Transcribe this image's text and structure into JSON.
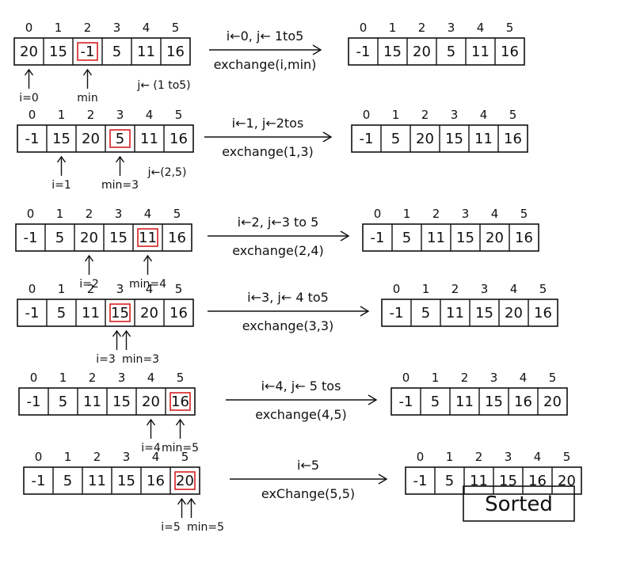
{
  "rows": [
    {
      "before": {
        "indices": [
          "0",
          "1",
          "2",
          "3",
          "4",
          "5"
        ],
        "values": [
          "20",
          "15",
          "-1",
          "5",
          "11",
          "16"
        ],
        "highlight": 2,
        "pointers": [
          {
            "cell": 0,
            "label": "i=0"
          },
          {
            "cell": 2,
            "label": "min"
          }
        ],
        "range_note": "j← (1 to5)"
      },
      "step_top": "i←0, j← 1to5",
      "step_bottom": "exchange(i,min)",
      "after": {
        "indices": [
          "0",
          "1",
          "2",
          "3",
          "4",
          "5"
        ],
        "values": [
          "-1",
          "15",
          "20",
          "5",
          "11",
          "16"
        ]
      }
    },
    {
      "before": {
        "indices": [
          "0",
          "1",
          "2",
          "3",
          "4",
          "5"
        ],
        "values": [
          "-1",
          "15",
          "20",
          "5",
          "11",
          "16"
        ],
        "highlight": 3,
        "pointers": [
          {
            "cell": 1,
            "label": "i=1"
          },
          {
            "cell": 3,
            "label": "min=3"
          }
        ],
        "range_note": "j←(2,5)"
      },
      "step_top": "i←1, j←2tos",
      "step_bottom": "exchange(1,3)",
      "after": {
        "indices": [
          "0",
          "1",
          "2",
          "3",
          "4",
          "5"
        ],
        "values": [
          "-1",
          "5",
          "20",
          "15",
          "11",
          "16"
        ]
      }
    },
    {
      "before": {
        "indices": [
          "0",
          "1",
          "2",
          "3",
          "4",
          "5"
        ],
        "values": [
          "-1",
          "5",
          "20",
          "15",
          "11",
          "16"
        ],
        "highlight": 4,
        "pointers": [
          {
            "cell": 2,
            "label": "i=2"
          },
          {
            "cell": 4,
            "label": "min=4"
          }
        ],
        "range_note": ""
      },
      "step_top": "i←2, j←3 to 5",
      "step_bottom": "exchange(2,4)",
      "after": {
        "indices": [
          "0",
          "1",
          "2",
          "3",
          "4",
          "5"
        ],
        "values": [
          "-1",
          "5",
          "11",
          "15",
          "20",
          "16"
        ]
      }
    },
    {
      "before": {
        "indices": [
          "0",
          "1",
          "2",
          "3",
          "4",
          "5"
        ],
        "values": [
          "-1",
          "5",
          "11",
          "15",
          "20",
          "16"
        ],
        "highlight": 3,
        "pointers": [
          {
            "cell": 3,
            "label": "i=3"
          },
          {
            "cell": 3,
            "label": "min=3"
          }
        ],
        "range_note": ""
      },
      "step_top": "i←3, j← 4 to5",
      "step_bottom": "exchange(3,3)",
      "after": {
        "indices": [
          "0",
          "1",
          "2",
          "3",
          "4",
          "5"
        ],
        "values": [
          "-1",
          "5",
          "11",
          "15",
          "20",
          "16"
        ]
      }
    },
    {
      "before": {
        "indices": [
          "0",
          "1",
          "2",
          "3",
          "4",
          "5"
        ],
        "values": [
          "-1",
          "5",
          "11",
          "15",
          "20",
          "16"
        ],
        "highlight": 5,
        "pointers": [
          {
            "cell": 4,
            "label": "i=4"
          },
          {
            "cell": 5,
            "label": "min=5"
          }
        ],
        "range_note": ""
      },
      "step_top": "i←4, j← 5 tos",
      "step_bottom": "exchange(4,5)",
      "after": {
        "indices": [
          "0",
          "1",
          "2",
          "3",
          "4",
          "5"
        ],
        "values": [
          "-1",
          "5",
          "11",
          "15",
          "16",
          "20"
        ]
      }
    },
    {
      "before": {
        "indices": [
          "0",
          "1",
          "2",
          "3",
          "4",
          "5"
        ],
        "values": [
          "-1",
          "5",
          "11",
          "15",
          "16",
          "20"
        ],
        "highlight": 5,
        "pointers": [
          {
            "cell": 5,
            "label": "i=5"
          },
          {
            "cell": 5,
            "label": "min=5"
          }
        ],
        "range_note": ""
      },
      "step_top": "i←5",
      "step_bottom": "exChange(5,5)",
      "after": {
        "indices": [
          "0",
          "1",
          "2",
          "3",
          "4",
          "5"
        ],
        "values": [
          "-1",
          "5",
          "11",
          "15",
          "16",
          "20"
        ]
      }
    }
  ],
  "sorted_label": "Sorted",
  "colors": {
    "ink": "#111111",
    "highlight": "#d62020"
  }
}
